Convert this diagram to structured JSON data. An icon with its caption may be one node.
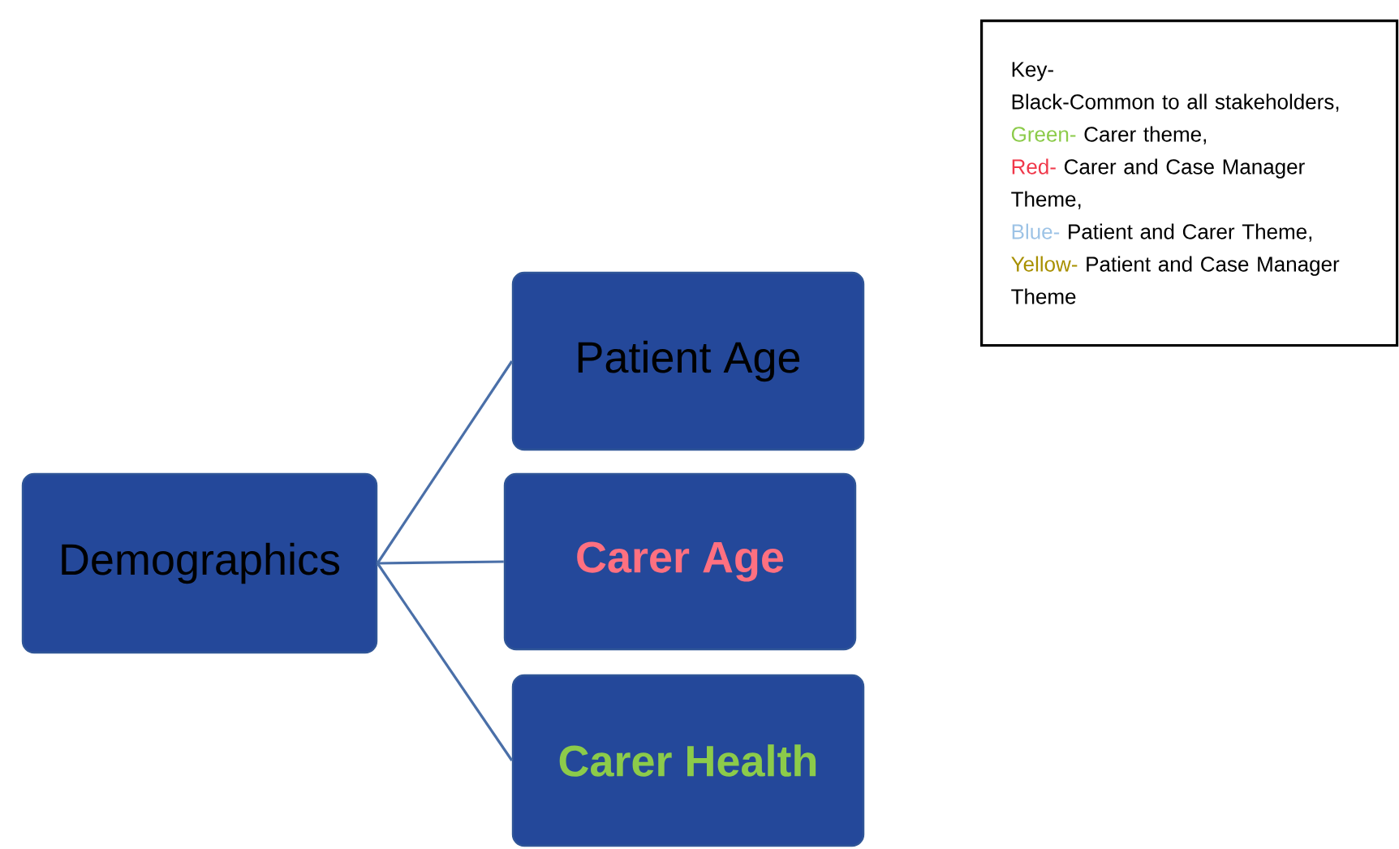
{
  "diagram": {
    "nodes": [
      {
        "text": [
          "Demographics"
        ]
      },
      {
        "text": [
          "Patient Age"
        ]
      },
      {
        "text": [
          "Carer Age"
        ]
      },
      {
        "text": [
          "Carer Health"
        ]
      },
      {
        "text": [
          "Key-",
          "Black-Common to all stakeholders,",
          "Green-",
          "Carer theme,",
          "Red-",
          "Carer and Case Manager Theme,",
          "Blue-",
          "Patient and Carer Theme,",
          "Yellow-",
          "Patient and Case Manager Theme"
        ]
      }
    ],
    "edges": [
      {
        "from": 0,
        "to": 1,
        "arrow": "none"
      },
      {
        "from": 0,
        "to": 2,
        "arrow": "none"
      },
      {
        "from": 0,
        "to": 3,
        "arrow": "none"
      }
    ]
  }
}
